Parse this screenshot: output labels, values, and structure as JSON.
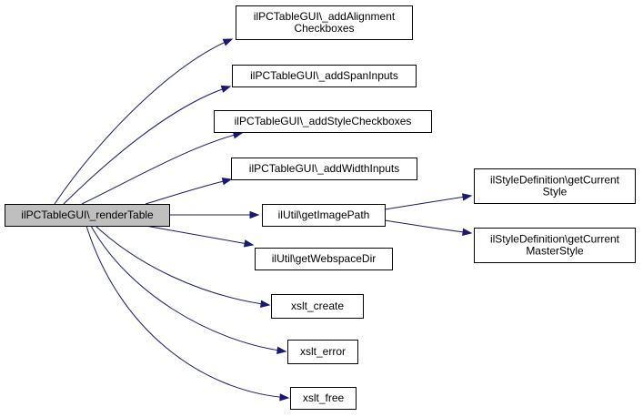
{
  "diagram": {
    "nodes": [
      {
        "id": "root",
        "lines": [
          "ilPCTableGUI\\_renderTable"
        ]
      },
      {
        "id": "addAlignment",
        "lines": [
          "ilPCTableGUI\\_addAlignment",
          "Checkboxes"
        ]
      },
      {
        "id": "addSpan",
        "lines": [
          "ilPCTableGUI\\_addSpanInputs"
        ]
      },
      {
        "id": "addStyle",
        "lines": [
          "ilPCTableGUI\\_addStyleCheckboxes"
        ]
      },
      {
        "id": "addWidth",
        "lines": [
          "ilPCTableGUI\\_addWidthInputs"
        ]
      },
      {
        "id": "getImagePath",
        "lines": [
          "ilUtil\\getImagePath"
        ]
      },
      {
        "id": "getWebspace",
        "lines": [
          "ilUtil\\getWebspaceDir"
        ]
      },
      {
        "id": "xsltCreate",
        "lines": [
          "xslt_create"
        ]
      },
      {
        "id": "xsltError",
        "lines": [
          "xslt_error"
        ]
      },
      {
        "id": "xsltFree",
        "lines": [
          "xslt_free"
        ]
      },
      {
        "id": "getCurrentStyle",
        "lines": [
          "ilStyleDefinition\\getCurrent",
          "Style"
        ]
      },
      {
        "id": "getCurrentMasterStyle",
        "lines": [
          "ilStyleDefinition\\getCurrent",
          "MasterStyle"
        ]
      }
    ],
    "edges": [
      {
        "from": "root",
        "to": "addAlignment"
      },
      {
        "from": "root",
        "to": "addSpan"
      },
      {
        "from": "root",
        "to": "addStyle"
      },
      {
        "from": "root",
        "to": "addWidth"
      },
      {
        "from": "root",
        "to": "getImagePath"
      },
      {
        "from": "root",
        "to": "getWebspace"
      },
      {
        "from": "root",
        "to": "xsltCreate"
      },
      {
        "from": "root",
        "to": "xsltError"
      },
      {
        "from": "root",
        "to": "xsltFree"
      },
      {
        "from": "getImagePath",
        "to": "getCurrentStyle"
      },
      {
        "from": "getImagePath",
        "to": "getCurrentMasterStyle"
      }
    ]
  }
}
